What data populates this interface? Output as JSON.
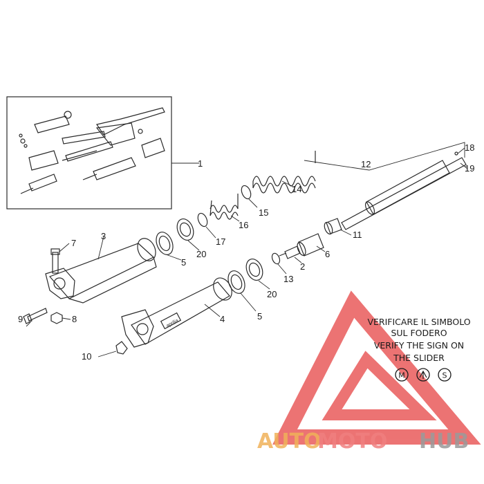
{
  "callouts": {
    "c1": "1",
    "c2": "2",
    "c3": "3",
    "c4": "4",
    "c5a": "5",
    "c5b": "5",
    "c6": "6",
    "c7": "7",
    "c8": "8",
    "c9": "9",
    "c10": "10",
    "c11": "11",
    "c12": "12",
    "c13": "13",
    "c14": "14",
    "c15": "15",
    "c16": "16",
    "c17": "17",
    "c18": "18",
    "c19": "19",
    "c20a": "20",
    "c20b": "20"
  },
  "notice": {
    "line1": "VERIFICARE IL SIMBOLO",
    "line2": "SUL FODERO",
    "line3": "VERIFY THE SIGN ON",
    "line4": "THE SLIDER",
    "symbol_m": "M",
    "symbol_s": "S"
  },
  "slider_badge": "aprilia",
  "watermark": {
    "auto": "AUTO",
    "moto": "MOTO",
    "hub": "HUB",
    "color_triangle": "#e64545",
    "color_auto": "#f0b25a",
    "color_moto": "#f07f7f",
    "color_hub": "#9a9a9a"
  }
}
